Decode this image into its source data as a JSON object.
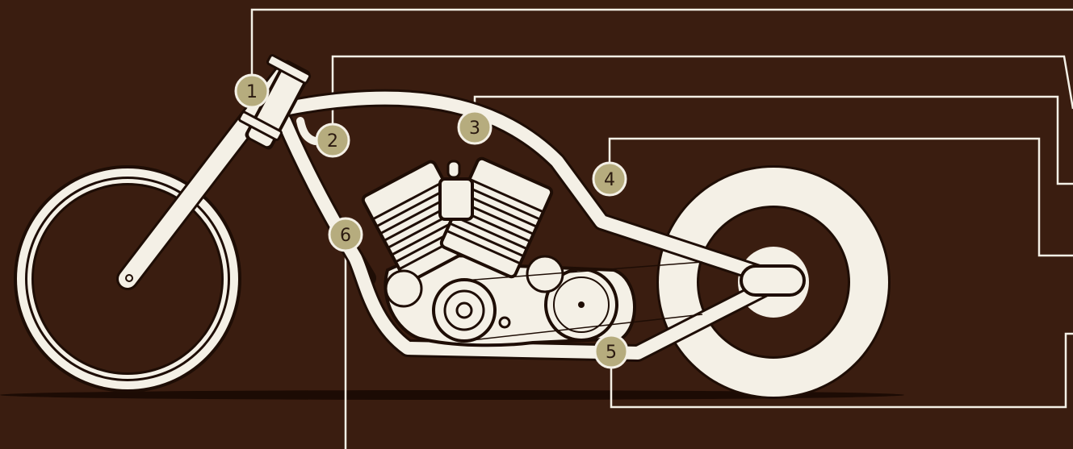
{
  "colors": {
    "background": "#3a1d10",
    "frame": "#f4f0e6",
    "outline": "#1e0d05",
    "marker_fill": "#b6ac7e",
    "marker_ring": "#f4f0e6",
    "leader_line": "#f4f0e6"
  },
  "callouts": [
    {
      "id": "1",
      "label": "1"
    },
    {
      "id": "2",
      "label": "2"
    },
    {
      "id": "3",
      "label": "3"
    },
    {
      "id": "4",
      "label": "4"
    },
    {
      "id": "5",
      "label": "5"
    },
    {
      "id": "6",
      "label": "6"
    }
  ]
}
